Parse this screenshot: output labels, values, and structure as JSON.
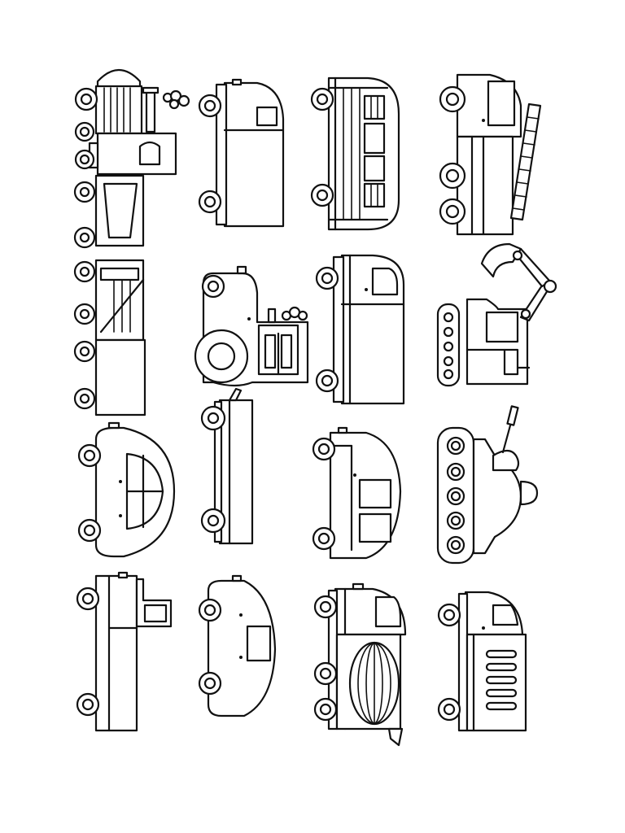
{
  "page": {
    "background": "#ffffff",
    "line_color": "#111111"
  },
  "vehicles": [
    {
      "id": "steam-train",
      "icon": "steam-locomotive-with-cars-icon"
    },
    {
      "id": "delivery-van",
      "icon": "box-truck-icon"
    },
    {
      "id": "city-bus",
      "icon": "bus-icon"
    },
    {
      "id": "fire-truck",
      "icon": "ladder-truck-icon"
    },
    {
      "id": "tractor",
      "icon": "tractor-icon"
    },
    {
      "id": "cargo-truck",
      "icon": "cargo-truck-icon"
    },
    {
      "id": "excavator",
      "icon": "excavator-icon"
    },
    {
      "id": "trailer",
      "icon": "flatbed-trailer-icon"
    },
    {
      "id": "beetle-car",
      "icon": "round-car-icon"
    },
    {
      "id": "minivan",
      "icon": "minivan-icon"
    },
    {
      "id": "tank",
      "icon": "tank-icon"
    },
    {
      "id": "flatbed-truck",
      "icon": "flatbed-truck-icon"
    },
    {
      "id": "sedan",
      "icon": "sedan-icon"
    },
    {
      "id": "cement-mixer",
      "icon": "cement-mixer-icon"
    },
    {
      "id": "garbage-truck",
      "icon": "grille-truck-icon"
    }
  ]
}
